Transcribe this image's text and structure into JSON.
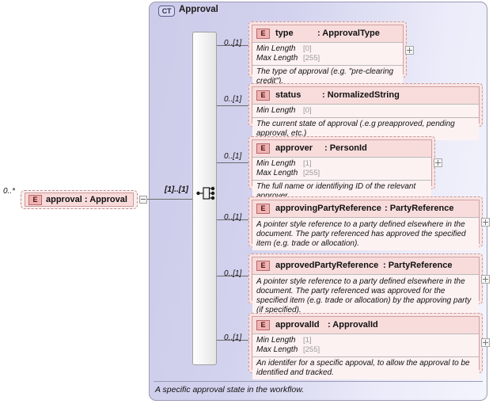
{
  "diagram": {
    "container": {
      "badge": "CT",
      "title": "Approval",
      "annotation": "A specific approval state in the workflow."
    },
    "root_element": {
      "badge": "E",
      "label": "approval : Approval",
      "cardinality": "0..*",
      "connector_cardinality": "[1]..[1]",
      "handle_icon": "minus-icon"
    },
    "compositor": {
      "icon": "sequence-icon"
    },
    "children": [
      {
        "badge": "E",
        "name": "type",
        "type": ": ApprovalType",
        "cardinality": "0..[1]",
        "facets": [
          {
            "name": "Min Length",
            "value": "[0]"
          },
          {
            "name": "Max Length",
            "value": "[255]"
          }
        ],
        "doc": "The type of approval (e.g. \"pre-clearing credit\").",
        "expand": "+"
      },
      {
        "badge": "E",
        "name": "status",
        "type": ": NormalizedString",
        "cardinality": "0..[1]",
        "facets": [
          {
            "name": "Min Length",
            "value": "[0]"
          }
        ],
        "doc": "The current state of approval (.e.g preapproved, pending approval, etc.)",
        "expand": ""
      },
      {
        "badge": "E",
        "name": "approver",
        "type": ": PersonId",
        "cardinality": "0..[1]",
        "facets": [
          {
            "name": "Min Length",
            "value": "[1]"
          },
          {
            "name": "Max Length",
            "value": "[255]"
          }
        ],
        "doc": "The full name or identifiying ID of the relevant approver.",
        "expand": "+"
      },
      {
        "badge": "E",
        "name": "approvingPartyReference",
        "type": ": PartyReference",
        "cardinality": "0..[1]",
        "facets": [],
        "doc": "A pointer style reference to a party defined elsewhere in the document. The party referenced has approved the specified item (e.g. trade or allocation).",
        "expand": "+"
      },
      {
        "badge": "E",
        "name": "approvedPartyReference",
        "type": ": PartyReference",
        "cardinality": "0..[1]",
        "facets": [],
        "doc": "A pointer style reference to a party defined elsewhere in the document. The party referenced was approved for the specified item (e.g. trade or allocation) by the approving party (if specified).",
        "expand": "+"
      },
      {
        "badge": "E",
        "name": "approvalId",
        "type": ": ApprovalId",
        "cardinality": "0..[1]",
        "facets": [
          {
            "name": "Min Length",
            "value": "[1]"
          },
          {
            "name": "Max Length",
            "value": "[255]"
          }
        ],
        "doc": "An identifer for a specific appoval, to allow the approval to be identified and tracked.",
        "expand": "+"
      }
    ],
    "colors": {
      "container_bg": "#d4d4f0",
      "container_border": "#9a9ab5",
      "element_bg": "#fdf2f2",
      "element_border": "#c79a9a",
      "badge_bg": "#f0b3b3",
      "connector": "#6b6b6b"
    }
  }
}
